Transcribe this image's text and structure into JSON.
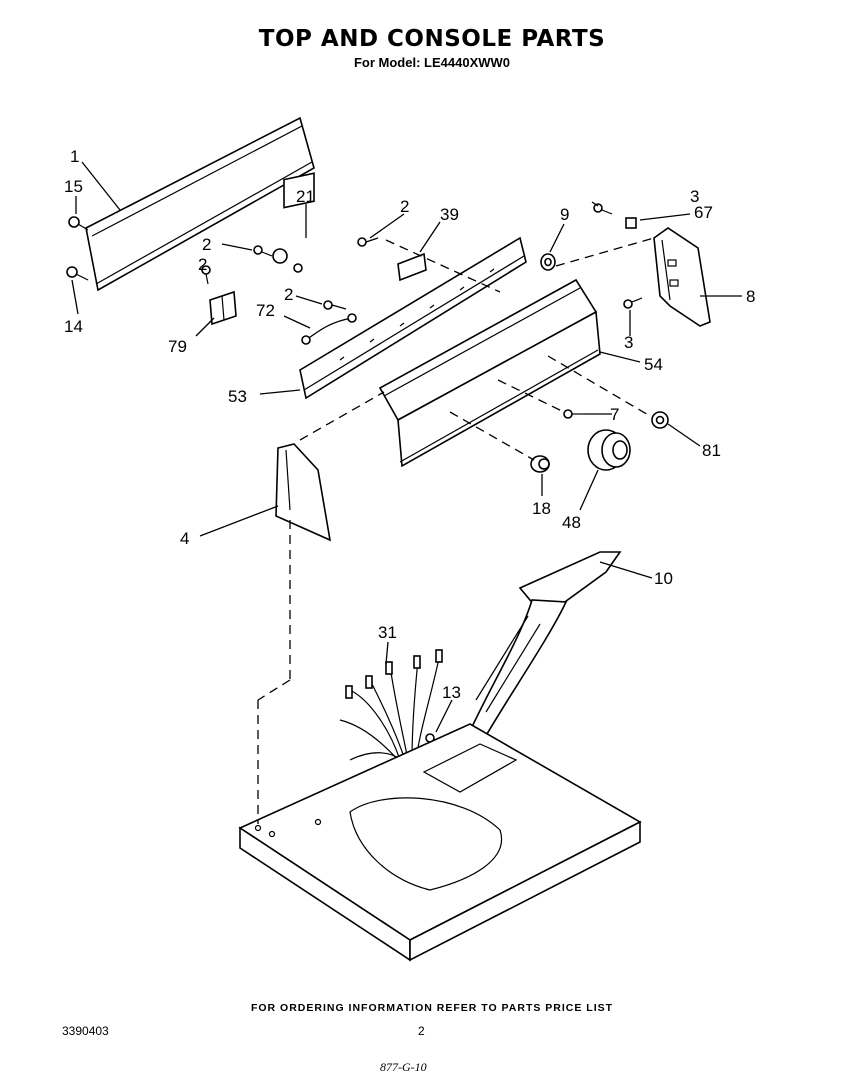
{
  "header": {
    "title": "TOP AND CONSOLE PARTS",
    "subtitle": "For Model: LE4440XWW0"
  },
  "callouts": {
    "c1": "1",
    "c15": "15",
    "c14": "14",
    "c21": "21",
    "c2a": "2",
    "c2b": "2",
    "c2c": "2",
    "c2d": "2",
    "c39": "39",
    "c9": "9",
    "c3a": "3",
    "c67": "67",
    "c8": "8",
    "c3b": "3",
    "c79": "79",
    "c72": "72",
    "c53": "53",
    "c54": "54",
    "c7": "7",
    "c81": "81",
    "c18": "18",
    "c48": "48",
    "c4": "4",
    "c10": "10",
    "c31": "31",
    "c13": "13"
  },
  "footer": {
    "note": "FOR ORDERING INFORMATION REFER TO PARTS PRICE LIST",
    "doc_number": "3390403",
    "page_number": "2",
    "handwritten": "877-G-10"
  }
}
